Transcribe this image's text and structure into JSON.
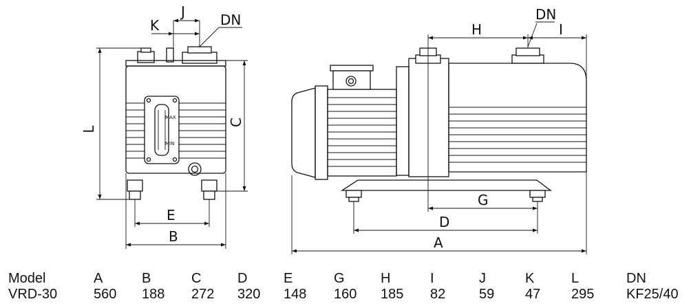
{
  "labels": {
    "a": "A",
    "b": "B",
    "c": "C",
    "d": "D",
    "e": "E",
    "g": "G",
    "h": "H",
    "i": "I",
    "j": "J",
    "k": "K",
    "l": "L",
    "dn_front": "DN",
    "dn_side": "DN",
    "gauge_max": "MAX",
    "gauge_min": "MIN"
  },
  "table": {
    "headers": [
      "Model",
      "A",
      "B",
      "C",
      "D",
      "E",
      "G",
      "H",
      "I",
      "J",
      "K",
      "L",
      "DN"
    ],
    "rows": [
      [
        "VRD-30",
        "560",
        "188",
        "272",
        "320",
        "148",
        "160",
        "185",
        "82",
        "59",
        "47",
        "295",
        "KF25/40"
      ]
    ]
  }
}
